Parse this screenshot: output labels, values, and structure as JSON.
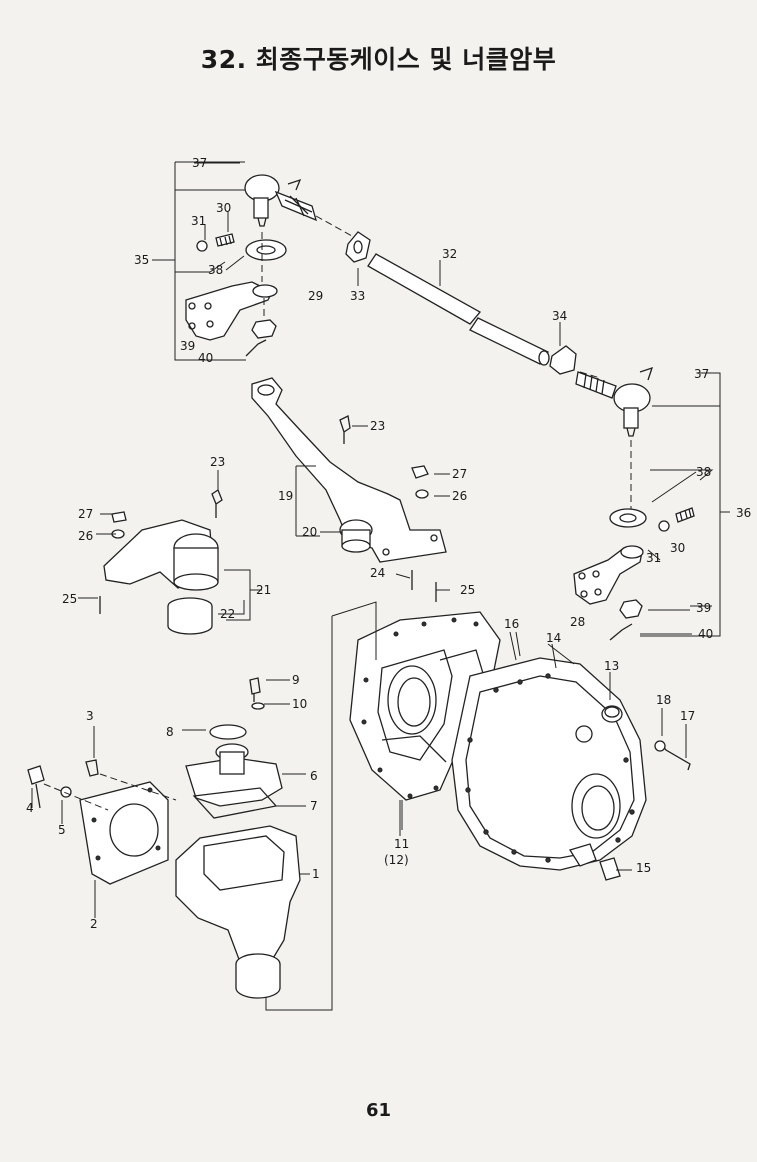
{
  "title": "32. 최종구동케이스 및 너클암부",
  "page_number": "61",
  "callouts": {
    "c1": "1",
    "c2": "2",
    "c3": "3",
    "c4": "4",
    "c5": "5",
    "c6": "6",
    "c7": "7",
    "c8": "8",
    "c9": "9",
    "c10": "10",
    "c11": "11",
    "c12": "(12)",
    "c13": "13",
    "c14": "14",
    "c15": "15",
    "c16": "16",
    "c17": "17",
    "c18": "18",
    "c19": "19",
    "c20": "20",
    "c21": "21",
    "c22": "22",
    "c23a": "23",
    "c23b": "23",
    "c24": "24",
    "c25a": "25",
    "c25b": "25",
    "c26a": "26",
    "c26b": "26",
    "c27a": "27",
    "c27b": "27",
    "c28": "28",
    "c29": "29",
    "c30a": "30",
    "c30b": "30",
    "c31a": "31",
    "c31b": "31",
    "c32": "32",
    "c33": "33",
    "c34": "34",
    "c35": "35",
    "c36": "36",
    "c37a": "37",
    "c37b": "37",
    "c38a": "38",
    "c38b": "38",
    "c39a": "39",
    "c39b": "39",
    "c40a": "40",
    "c40b": "40"
  }
}
